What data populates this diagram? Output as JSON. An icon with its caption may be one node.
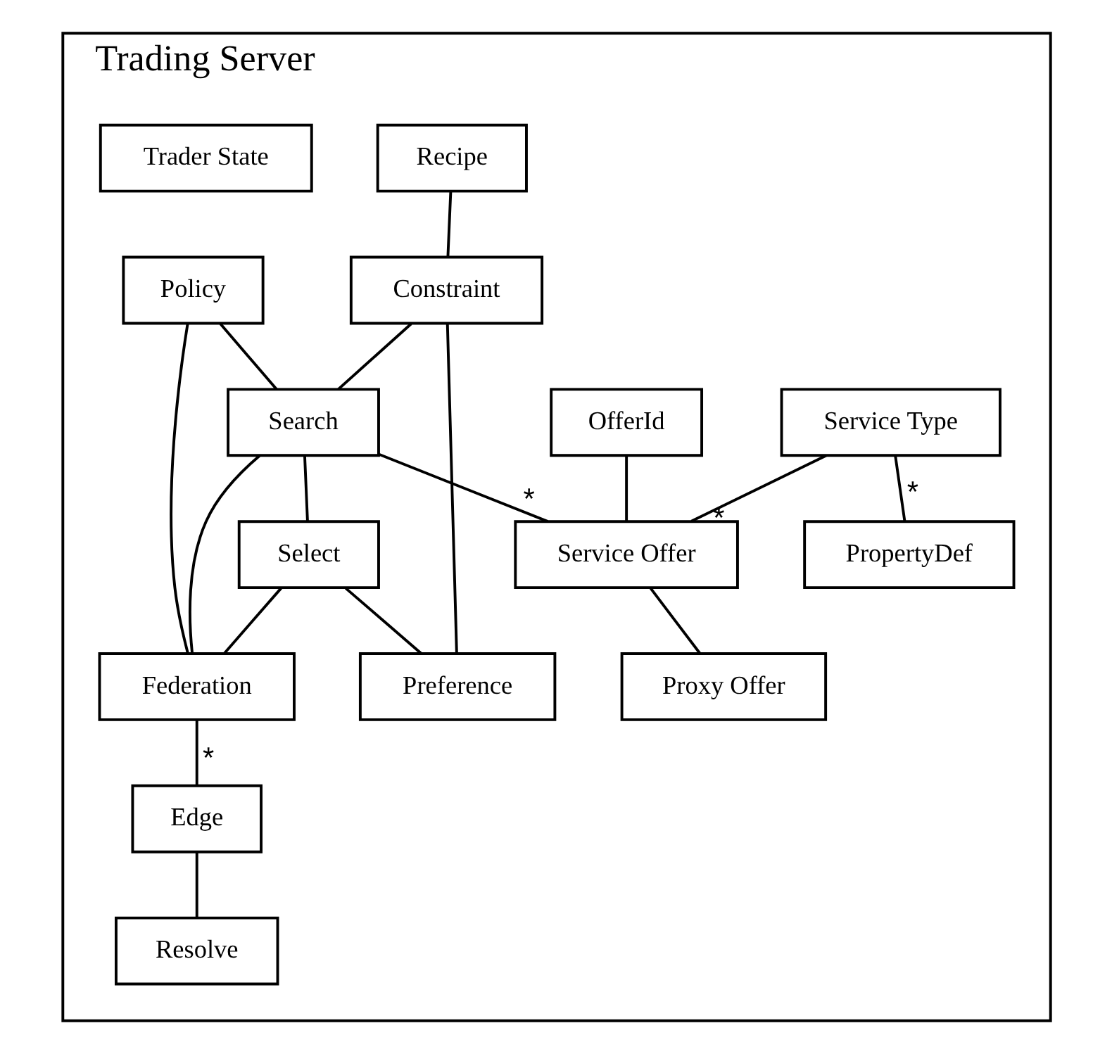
{
  "diagram": {
    "nodes": [
      {
        "text": [
          "Trading Server"
        ]
      },
      {
        "text": [
          "Service Type"
        ],
        "in": 0
      },
      {
        "text": [
          "PropertyDef"
        ],
        "in": 0
      },
      {
        "text": [
          "OfferId"
        ],
        "in": 0
      },
      {
        "text": [
          "Service Offer"
        ],
        "in": 0
      },
      {
        "text": [
          "Proxy Offer"
        ],
        "in": 0
      },
      {
        "text": [
          "Recipe"
        ],
        "in": 0
      },
      {
        "text": [
          "Constraint"
        ],
        "in": 0
      },
      {
        "text": [
          "Search"
        ],
        "in": 0
      },
      {
        "text": [
          "Select"
        ],
        "in": 0
      },
      {
        "text": [
          "Preference"
        ],
        "in": 0
      },
      {
        "text": [
          "Policy"
        ],
        "in": 0
      },
      {
        "text": [
          "Federation"
        ],
        "in": 0
      },
      {
        "text": [
          "Trader State"
        ],
        "in": 0
      },
      {
        "text": [
          "Edge"
        ],
        "in": 0
      },
      {
        "text": [
          "Resolve"
        ],
        "in": 0
      }
    ],
    "edges": [
      {
        "from": 1,
        "to": 2,
        "arrow": "none",
        "label": "*"
      },
      {
        "from": 1,
        "to": 4,
        "arrow": "none",
        "label": "*"
      },
      {
        "from": 3,
        "to": 4,
        "arrow": "none"
      },
      {
        "from": 4,
        "to": 5,
        "arrow": "none"
      },
      {
        "from": 8,
        "to": 4,
        "arrow": "none",
        "label": "*"
      },
      {
        "from": 6,
        "to": 7,
        "arrow": "none"
      },
      {
        "from": 7,
        "to": 8,
        "arrow": "none"
      },
      {
        "from": 7,
        "to": 10,
        "arrow": "none"
      },
      {
        "from": 8,
        "to": 9,
        "arrow": "none"
      },
      {
        "from": 8,
        "to": 12,
        "arrow": "none"
      },
      {
        "from": 9,
        "to": 12,
        "arrow": "none"
      },
      {
        "from": 9,
        "to": 10,
        "arrow": "none"
      },
      {
        "from": 11,
        "to": 8,
        "arrow": "none"
      },
      {
        "from": 11,
        "to": 12,
        "arrow": "none"
      },
      {
        "from": 12,
        "to": 14,
        "arrow": "none",
        "label": "*"
      },
      {
        "from": 14,
        "to": 15,
        "arrow": "none"
      }
    ]
  }
}
